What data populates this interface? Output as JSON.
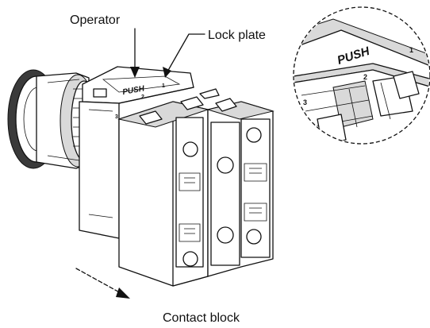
{
  "labels": {
    "operator": "Operator",
    "lock_plate": "Lock plate",
    "contact_block": "Contact block",
    "push_main": "PUSH",
    "push_zoom": "PUSH"
  },
  "terminal_marks": {
    "main": [
      "3",
      "1",
      "2"
    ],
    "zoom": [
      "3",
      "2",
      "1"
    ]
  },
  "colors": {
    "line": "#111111",
    "background": "#ffffff"
  }
}
